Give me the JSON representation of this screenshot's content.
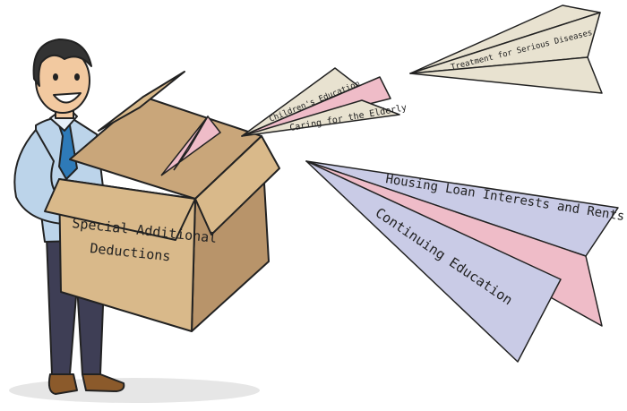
{
  "box": {
    "label_line1": "Special Additional",
    "label_line2": "Deductions"
  },
  "planes": {
    "serious_diseases": "Treatment for Serious Diseases",
    "children_education": "Children's Education",
    "elderly": "Caring for the Elderly",
    "housing": "Housing Loan Interests and Rents",
    "continuing_education": "Continuing Education"
  },
  "colors": {
    "box_light": "#d9b98a",
    "box_dark": "#b8946a",
    "box_inside": "#c9a67a",
    "plane_lavender": "#c9cbe6",
    "plane_pink": "#efbcc8",
    "plane_beige": "#e8e2d0",
    "shirt": "#bcd4ea",
    "tie": "#2e7ab8",
    "pants": "#3e3e55",
    "shoes": "#8b5a2b",
    "skin": "#f2c9a0",
    "hair": "#333333"
  }
}
